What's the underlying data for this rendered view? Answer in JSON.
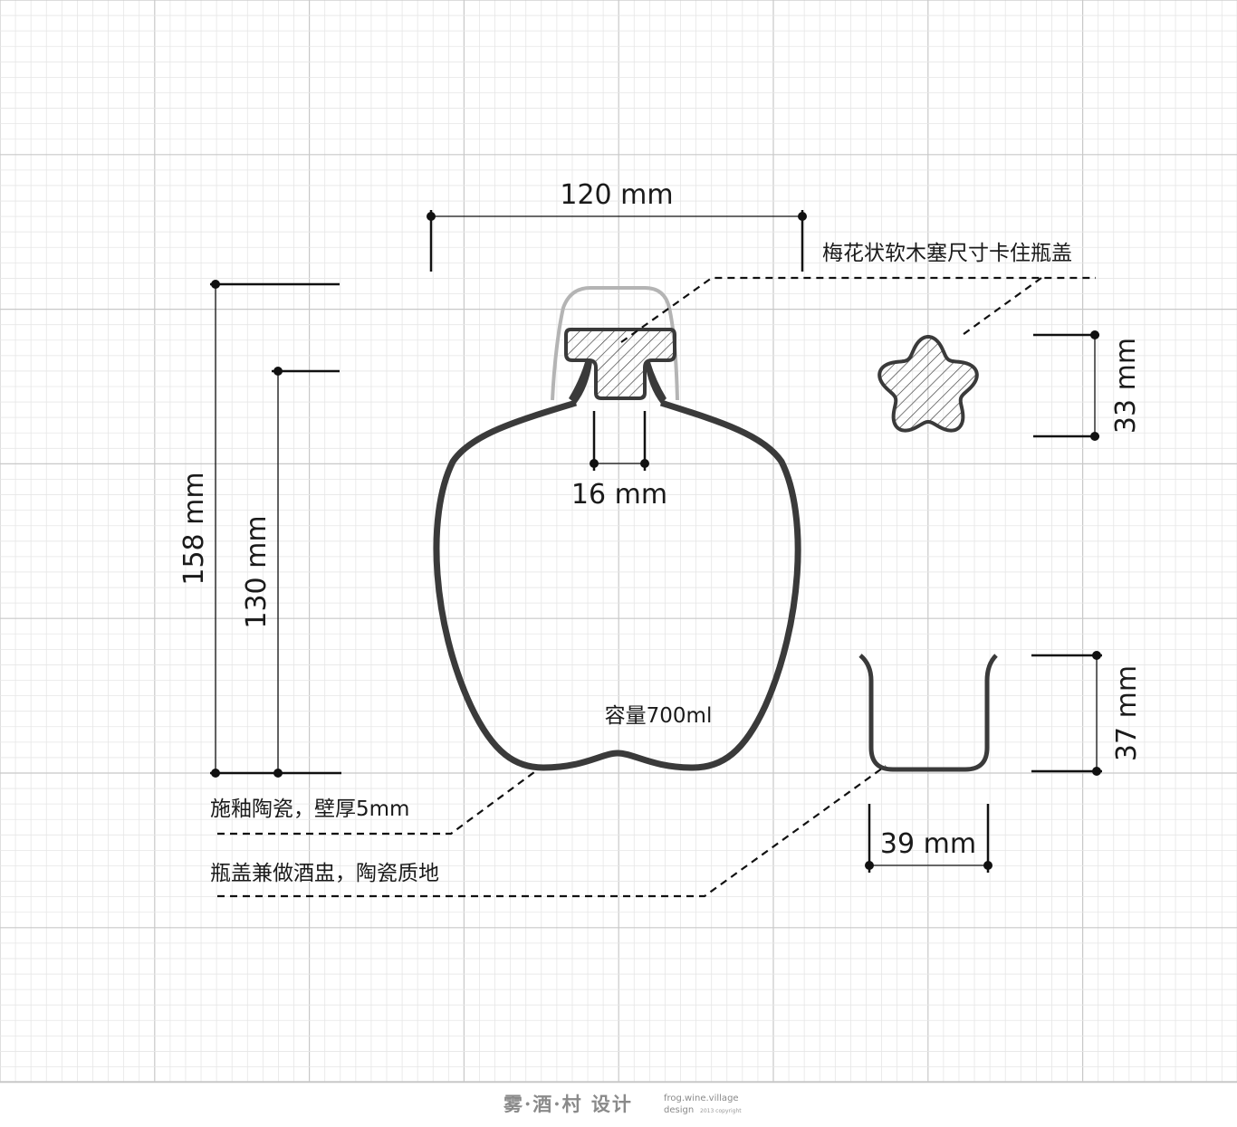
{
  "dimensions": {
    "bottle_width": "120 mm",
    "bottle_height_total": "158 mm",
    "bottle_height_body": "130 mm",
    "neck_width": "16 mm",
    "cork_height": "33 mm",
    "cup_height": "37 mm",
    "cup_width": "39 mm"
  },
  "annotations": {
    "cork_note": "梅花状软木塞尺寸卡住瓶盖",
    "capacity": "容量700ml",
    "glaze_note": "施釉陶瓷，壁厚5mm",
    "cap_note": "瓶盖兼做酒盅，陶瓷质地"
  },
  "footer": {
    "brand_cn": "雾·酒·村 设计",
    "brand_en": "frog.wine.village",
    "design": "design",
    "copyright": "2013 copyright"
  },
  "colors": {
    "bottle": "#3a3a3a",
    "cap_outline": "#b4b4b4",
    "grid_major": "#c8c8c8",
    "grid_minor": "#e6e6e6",
    "lines": "#111111"
  }
}
